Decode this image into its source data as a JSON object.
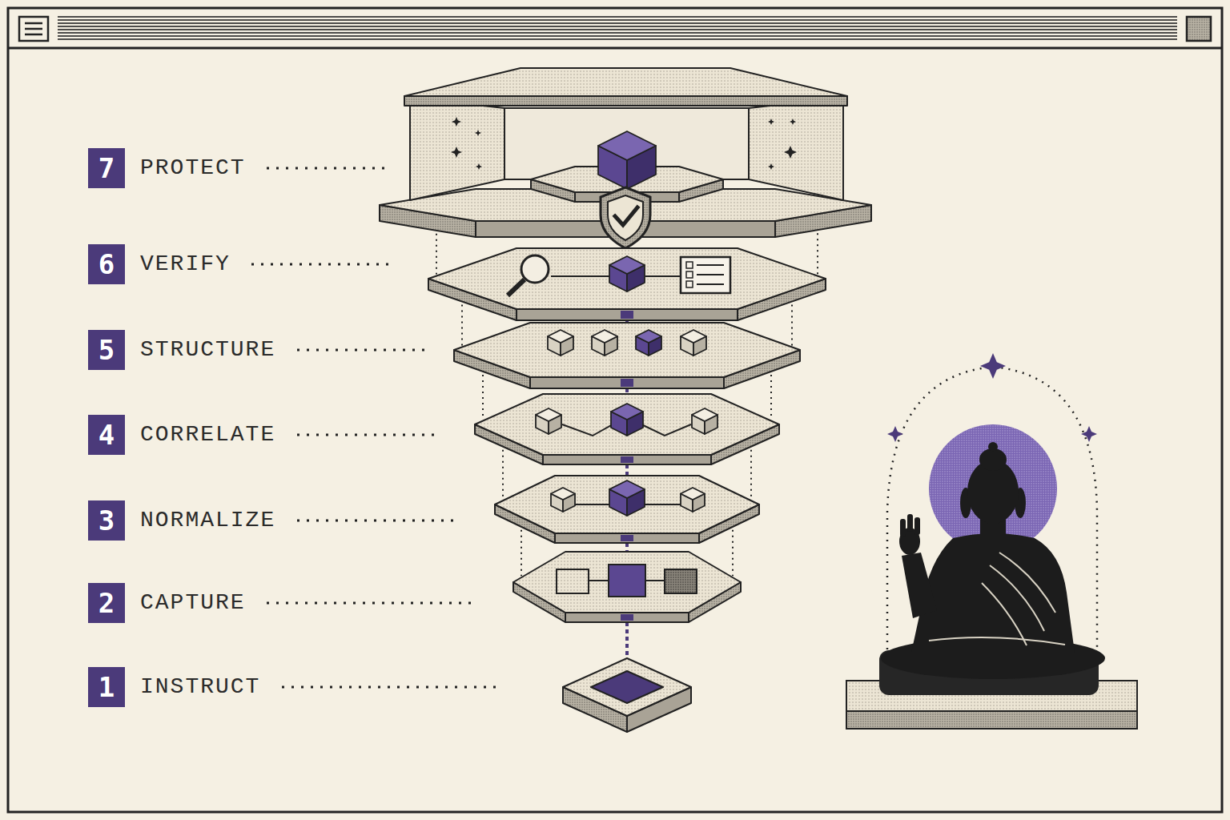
{
  "diagram": {
    "nodes": [
      {
        "text": [
          "7",
          "PROTECT"
        ]
      },
      {
        "text": [
          "6",
          "VERIFY"
        ]
      },
      {
        "text": [
          "5",
          "STRUCTURE"
        ]
      },
      {
        "text": [
          "4",
          "CORRELATE"
        ]
      },
      {
        "text": [
          "3",
          "NORMALIZE"
        ]
      },
      {
        "text": [
          "2",
          "CAPTURE"
        ]
      },
      {
        "text": [
          "1",
          "INSTRUCT"
        ]
      }
    ]
  }
}
